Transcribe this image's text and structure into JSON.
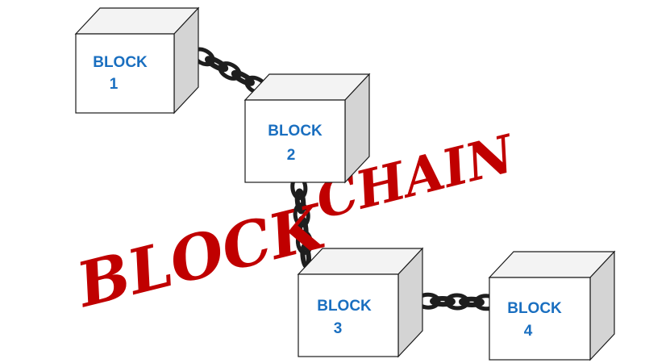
{
  "colors": {
    "label": "#1a6fc0",
    "word": "#c00000",
    "front_face": "#ffffff",
    "top_face": "#f3f3f3",
    "side_face": "#d4d4d4",
    "outline": "#1a1a1a",
    "chain": "#1e1e1e"
  },
  "blocks": [
    {
      "line1": "BLOCK",
      "line2": "1"
    },
    {
      "line1": "BLOCK",
      "line2": "2"
    },
    {
      "line1": "BLOCK",
      "line2": "3"
    },
    {
      "line1": "BLOCK",
      "line2": "4"
    }
  ],
  "words": {
    "first": "BLOCK",
    "second": "CHAIN"
  },
  "icons": [
    "chain-icon"
  ]
}
